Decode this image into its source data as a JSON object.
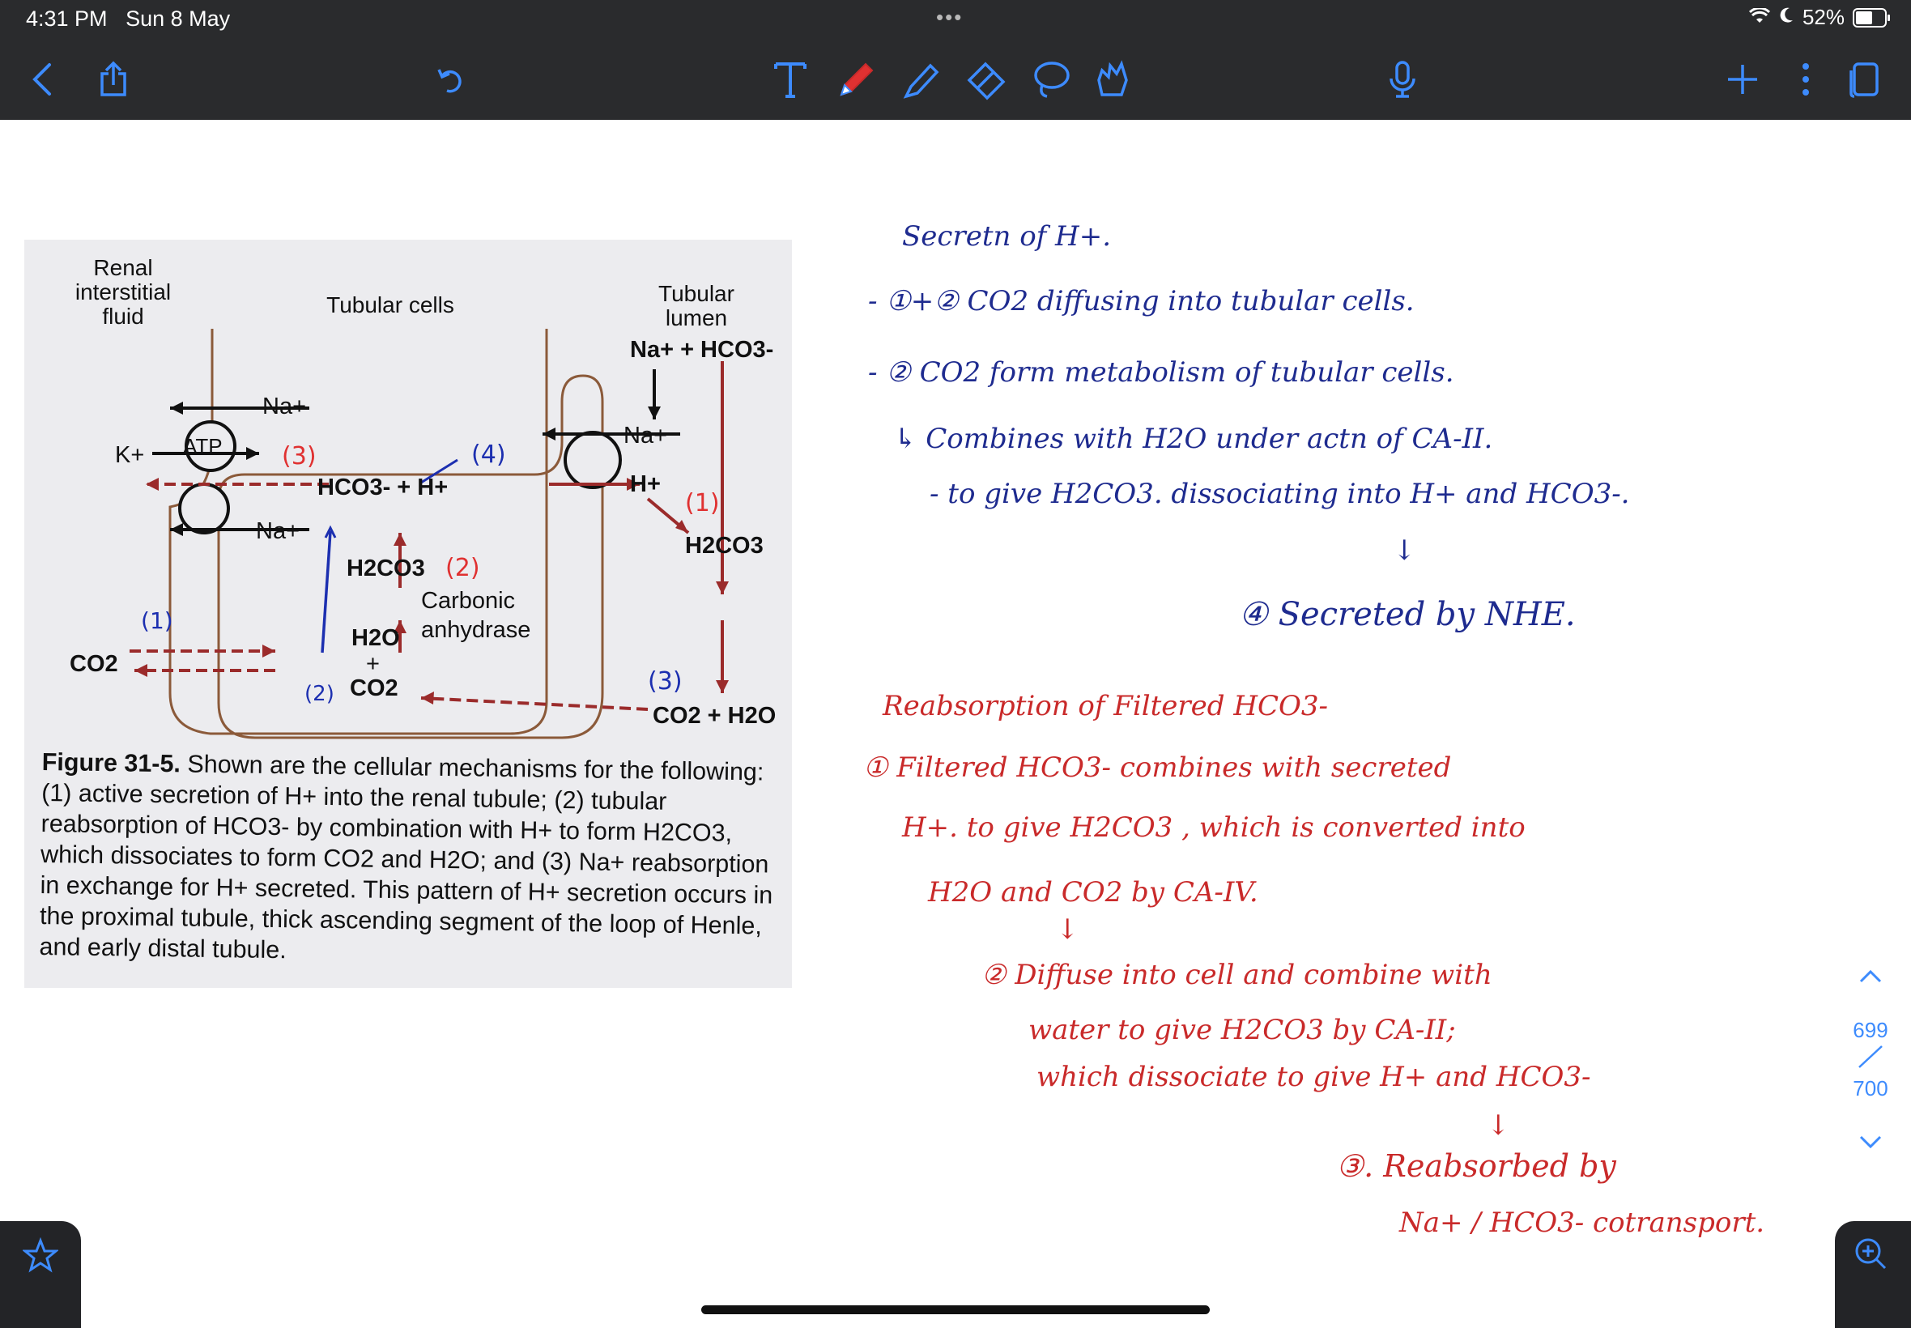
{
  "status_bar": {
    "time": "4:31 PM",
    "date": "Sun 8 May",
    "battery": "52%",
    "battery_level": 0.52
  },
  "toolbar": {
    "icons": [
      "back-icon",
      "share-icon",
      "undo-icon",
      "text-tool-icon",
      "pen-icon",
      "highlighter-icon",
      "eraser-icon",
      "lasso-icon",
      "shapes-icon",
      "microphone-icon",
      "add-icon",
      "more-icon",
      "pages-icon"
    ],
    "active_tool": "pen",
    "pen_color": "#e03131"
  },
  "figure": {
    "labels": {
      "renal_interstitial": "Renal interstitial fluid",
      "tubular_cells": "Tubular cells",
      "tubular_lumen": "Tubular lumen",
      "atp": "ATP",
      "na1": "Na+",
      "na2": "Na+",
      "na3": "Na+",
      "k": "K+",
      "hco3_h": "HCO3- + H+",
      "h_plus": "H+",
      "h2co3_cell": "H2CO3",
      "carbonic": "Carbonic",
      "anhydrase": "anhydrase",
      "h2o_cell": "H2O",
      "plus": "+",
      "co2_cell": "CO2",
      "co2_interstitial": "CO2",
      "lumen_na_hco3": "Na+ + HCO3-",
      "h2co3_lumen": "H2CO3",
      "co2_h2o_lumen": "CO2 + H2O"
    },
    "annotations": {
      "red_3_left": "3",
      "red_1_lumen": "1",
      "red_2_cell": "2",
      "blue_4": "4",
      "blue_1": "1",
      "blue_2": "2",
      "blue_3": "3"
    },
    "caption_title": "Figure 31-5.",
    "caption_text": "Shown are the cellular mechanisms for the following: (1) active secretion of H+ into the renal tubule; (2) tubular reabsorption of HCO3- by combination with H+ to form H2CO3, which dissociates to form CO2 and H2O; and (3) Na+ reabsorption in exchange for H+ secreted. This pattern of H+ secretion occurs in the proximal tubule, thick ascending segment of the loop of Henle, and early distal tubule."
  },
  "notes": {
    "blue": [
      "Secretn of H+.",
      "- ①+② CO2 diffusing into tubular cells.",
      "- ② CO2 form metabolism of tubular cells.",
      "↳ Combines with H2O under actn of CA-II.",
      "- to give H2CO3. dissociating into H+ and HCO3-.",
      "↓",
      "④ Secreted by NHE."
    ],
    "red": [
      "Reabsorption of Filtered HCO3-",
      "① Filtered HCO3- combines with secreted",
      "H+. to give H2CO3 , which is converted into",
      "H2O and CO2 by CA-IV.",
      "↓",
      "② Diffuse into cell and combine with",
      "water to give H2CO3 by CA-II;",
      "which dissociate to give H+ and HCO3-",
      "↓",
      "③. Reabsorbed by",
      "Na+ / HCO3- cotransport."
    ]
  },
  "page_nav": {
    "current": "699",
    "total": "700"
  }
}
